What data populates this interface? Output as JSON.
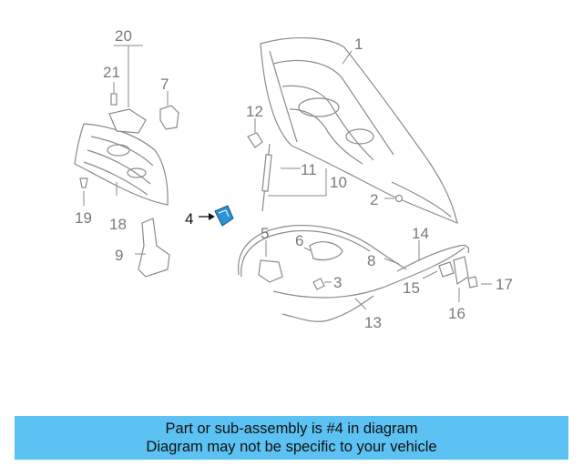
{
  "diagram": {
    "callouts": [
      "1",
      "2",
      "3",
      "4",
      "5",
      "6",
      "7",
      "8",
      "9",
      "10",
      "11",
      "12",
      "13",
      "14",
      "15",
      "16",
      "17",
      "18",
      "19",
      "20",
      "21"
    ],
    "highlight_color": "#2b93d6"
  },
  "banner": {
    "line1": "Part or sub-assembly is #4 in diagram",
    "line2": "Diagram may not be specific to your vehicle",
    "color": "#5bc2f3"
  }
}
